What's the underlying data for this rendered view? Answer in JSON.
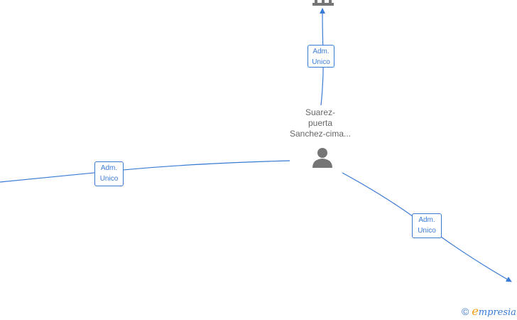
{
  "person": {
    "name_lines": [
      "Suarez-",
      "puerta",
      "Sanchez-cima..."
    ]
  },
  "relations": [
    {
      "role_line1": "Adm.",
      "role_line2": "Unico",
      "target": "company-top"
    },
    {
      "role_line1": "Adm.",
      "role_line2": "Unico",
      "target": "company-left"
    },
    {
      "role_line1": "Adm.",
      "role_line2": "Unico",
      "target": "company-bottom-right"
    }
  ],
  "brand": {
    "copyright_symbol": "©",
    "name_initial": "e",
    "name_rest": "mpresia"
  },
  "colors": {
    "edge": "#3a7bd5",
    "node_icon": "#757575",
    "brand_accent": "#f39c12"
  }
}
